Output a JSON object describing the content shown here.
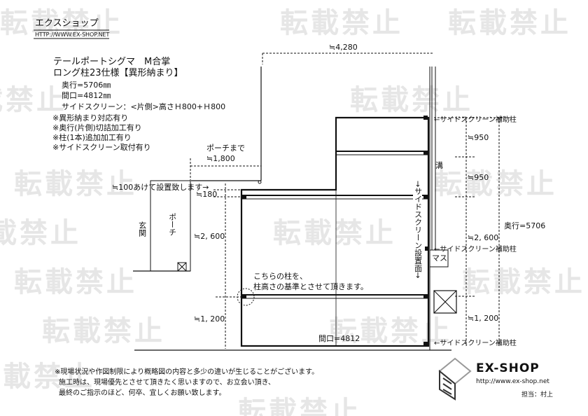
{
  "watermark": "転載禁止",
  "header": {
    "brand": "エクスショップ",
    "url": "HTTP://WWW.EX-SHOP.NET"
  },
  "spec": {
    "title1": "テールポートシグマ　M合掌",
    "title2": "ロング柱23仕様【異形納まり】",
    "depth": "奥行=5706㎜",
    "width": "間口=4812㎜",
    "screen": "サイドスクリーン：<片側>高さＨ800+Ｈ800",
    "notes": [
      "※異形納まり対応有り",
      "※奥行(片側)切詰加工有り",
      "※柱(1本)追加加工有り",
      "※サイドスクリーン取付有り"
    ]
  },
  "drawing": {
    "top_dim": "≒4,280",
    "porch_to": "ポーチまで",
    "porch_dim": "≒1,800",
    "gap_note": "≒100あけて設置致します→",
    "dim_180": "≒180",
    "dim_left_2600": "≒2, 600",
    "dim_left_1200": "≒1, 200",
    "entrance": "玄関",
    "porch": "ポーチ",
    "callout1": "こちらの柱を、",
    "callout2": "柱高さの基準とさせて頂きます。",
    "frontage": "間口=4812",
    "side_screen_face": "→サイドスクリーン設置面→",
    "gutter": "溝",
    "basin": "マス",
    "aux_post": "←サイドスクリーン補助柱",
    "dim_r_950a": "≒950",
    "dim_r_950b": "≒950",
    "dim_r_2600": "≒2, 600",
    "dim_r_1200": "≒1, 200",
    "depth_label": "奥行=5706"
  },
  "footer": {
    "lines": [
      "※現場状況や作図制限により概略図の内容と多少の違いが生じることがございます。",
      "施工時は、現場優先とさせて頂きたく思いますので、お立会い頂き、",
      "最終のご指示のほど、何卒、宜しくお願い致します。"
    ],
    "logo_text": "EX-SHOP",
    "logo_url": "http://www.ex-shop.net",
    "staff": "担当：村上"
  }
}
